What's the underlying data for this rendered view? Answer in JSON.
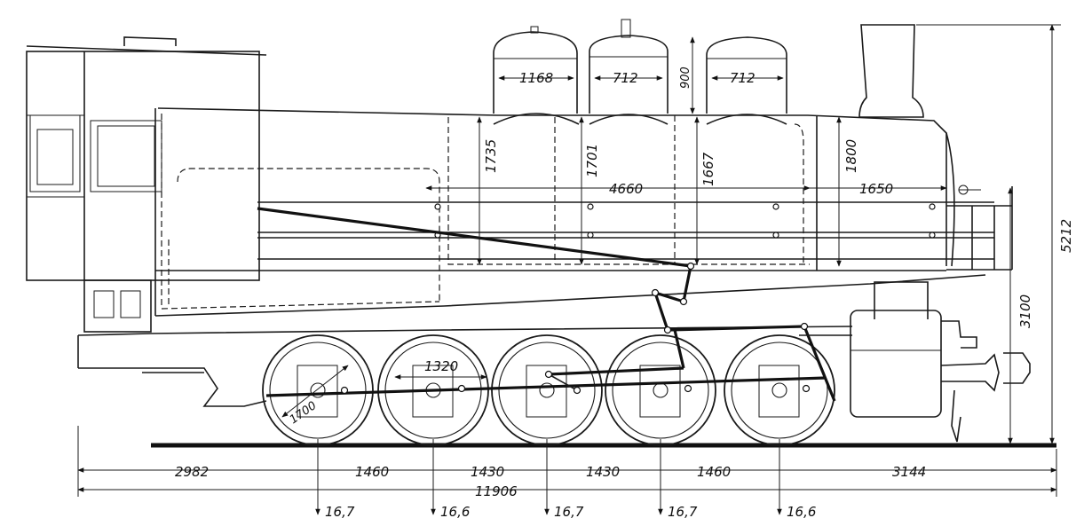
{
  "dimensions": {
    "bottom": {
      "d2982": "2982",
      "d1460a": "1460",
      "d1430a": "1430",
      "d1430b": "1430",
      "d1460b": "1460",
      "d3144": "3144",
      "total": "11906"
    },
    "heights": {
      "h5212": "5212",
      "h3100": "3100",
      "h900": "900",
      "h1735": "1735",
      "h1701": "1701",
      "h1667": "1667",
      "h1800": "1800"
    },
    "domes": {
      "dome1": "1168",
      "dome2": "712",
      "dome3": "712"
    },
    "boiler": {
      "tubes": "4660",
      "smokebox": "1650"
    },
    "wheels": {
      "driver_diameter": "1320",
      "wheelbase_mark": "1700"
    },
    "axle_loads": [
      "16,7",
      "16,6",
      "16,7",
      "16,7",
      "16,6"
    ]
  },
  "colors": {
    "line": "#1a1a1a",
    "background": "#ffffff"
  }
}
